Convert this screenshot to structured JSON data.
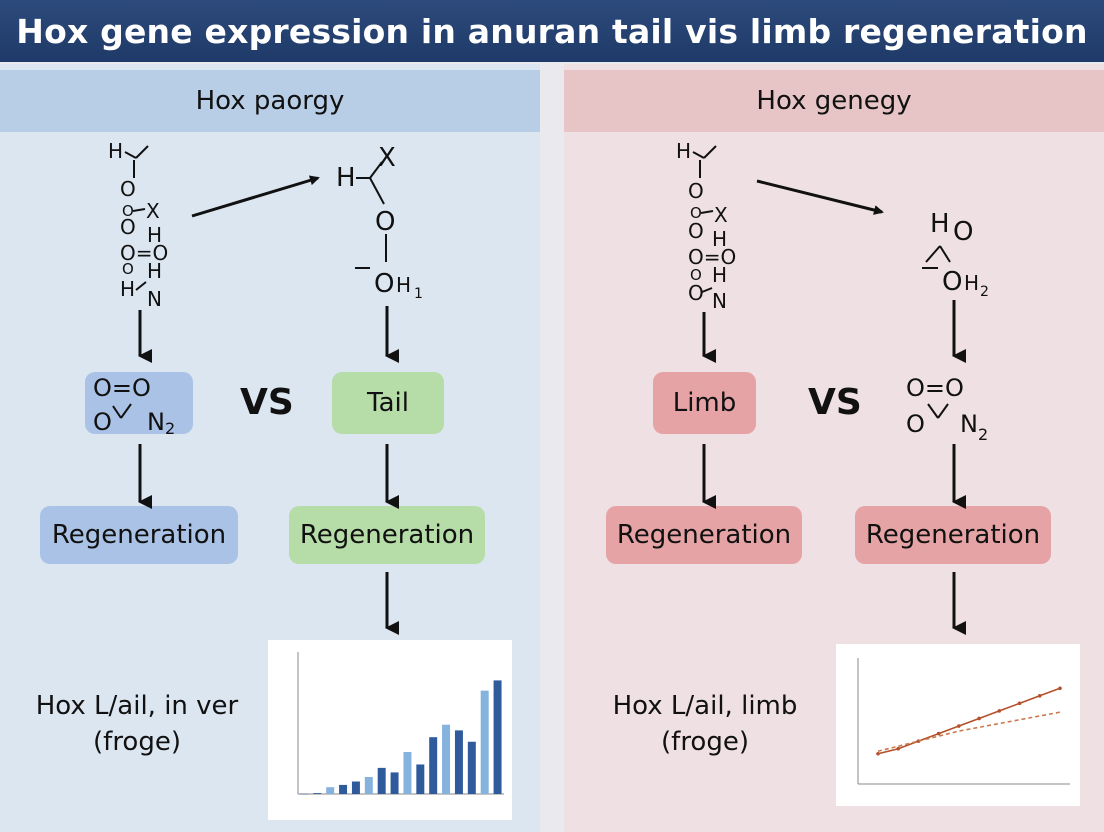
{
  "title": "Hox gene expression in anuran tail vis limb regeneration",
  "left": {
    "header": "Hox paorgy",
    "vs": "VS",
    "box_left_formula": {
      "top": "O=O",
      "bottom_o": "O",
      "bottom_n": "N",
      "sub": "2"
    },
    "box_right": "Tail",
    "regen_left": "Regeneration",
    "regen_right": "Regeneration",
    "caption_line1": "Hox L/ail, in ver",
    "caption_line2": "(froge)"
  },
  "right": {
    "header": "Hox genegy",
    "vs": "VS",
    "box_left": "Limb",
    "box_right_formula": {
      "top": "O=O",
      "bottom_o": "O",
      "bottom_n": "N",
      "sub": "2"
    },
    "regen_left": "Regeneration",
    "regen_right": "Regeneration",
    "caption_line1": "Hox L/ail, limb",
    "caption_line2": "(froge)"
  },
  "molecules": {
    "chain_a": [
      "H",
      "O",
      "O",
      "X",
      "O",
      "H",
      "O=O",
      "O",
      "H",
      "H",
      "N"
    ],
    "chain_b": [
      "H",
      "X",
      "O",
      "O",
      "H",
      "1"
    ],
    "chain_c": [
      "H",
      "O",
      "O",
      "X",
      "O",
      "H",
      "O=O",
      "O",
      "H",
      "N"
    ],
    "chain_d": [
      "H",
      "O",
      "O",
      "H",
      "2"
    ]
  },
  "colors": {
    "title_bg": "#213c6b",
    "left_panel": "#dce6f1",
    "right_panel": "#efe1e3",
    "blue_box": "#a9c2e6",
    "green_box": "#b6dca8",
    "red_box": "#e5a3a5",
    "bar_dark": "#2f5b9c",
    "bar_light": "#86b2de",
    "line_solid": "#b5502a",
    "line_dashed": "#c87a4e"
  },
  "chart_data": [
    {
      "type": "bar",
      "categories": [
        "",
        "",
        "",
        "",
        "",
        "",
        "",
        "",
        "",
        "",
        "",
        "",
        "",
        "",
        "",
        ""
      ],
      "values": [
        2,
        8,
        60,
        80,
        110,
        150,
        230,
        190,
        370,
        260,
        500,
        610,
        560,
        460,
        910,
        1000
      ],
      "ylim": [
        0,
        1250
      ],
      "title": "",
      "xlabel": "",
      "ylabel": ""
    },
    {
      "type": "line",
      "x": [
        1,
        2,
        3,
        4,
        5,
        6,
        7,
        8,
        9,
        10
      ],
      "series": [
        {
          "values": [
            12,
            14,
            17,
            20,
            23,
            26,
            29,
            32,
            35,
            38
          ]
        },
        {
          "values": [
            13,
            15,
            17,
            19,
            21,
            22.5,
            24,
            25.5,
            27,
            28.5
          ]
        }
      ],
      "ylim": [
        0,
        50
      ],
      "title": "",
      "xlabel": "",
      "ylabel": ""
    }
  ]
}
